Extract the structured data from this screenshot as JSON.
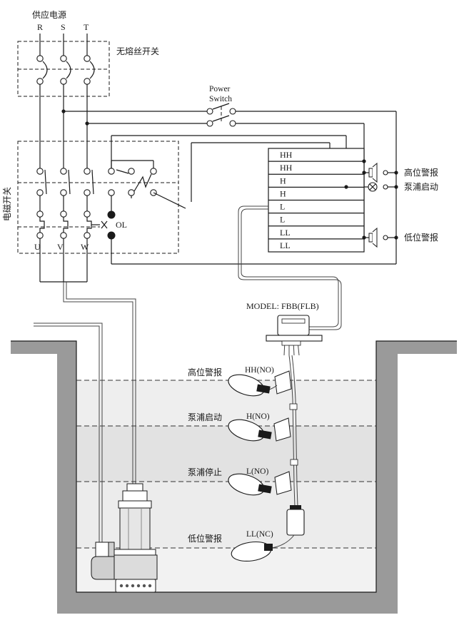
{
  "power_supply": {
    "label": "供应电源",
    "phases": [
      "R",
      "S",
      "T"
    ]
  },
  "breaker": {
    "label": "无熔丝开关"
  },
  "power_switch": {
    "line1": "Power",
    "line2": "Switch"
  },
  "contactor": {
    "label": "电磁开关",
    "outputs": [
      "U",
      "V",
      "W"
    ],
    "overload_label": "OL"
  },
  "controller": {
    "rows": [
      "HH",
      "HH",
      "H",
      "H",
      "L",
      "L",
      "LL",
      "LL"
    ]
  },
  "outputs": {
    "high_alarm": "高位警报",
    "pump_start": "泵浦启动",
    "low_alarm": "低位警报"
  },
  "model": {
    "label": "MODEL: FBB(FLB)"
  },
  "tank_levels": [
    {
      "name": "高位警报",
      "code": "HH(NO)"
    },
    {
      "name": "泵浦启动",
      "code": "H(NO)"
    },
    {
      "name": "泵浦停止",
      "code": "L(NO)"
    },
    {
      "name": "低位警报",
      "code": "LL(NC)"
    }
  ],
  "colors": {
    "ink": "#1a1a1a",
    "ground": "#9a9a9a",
    "water_light": "#ededed",
    "water_mid": "#dddddd"
  }
}
